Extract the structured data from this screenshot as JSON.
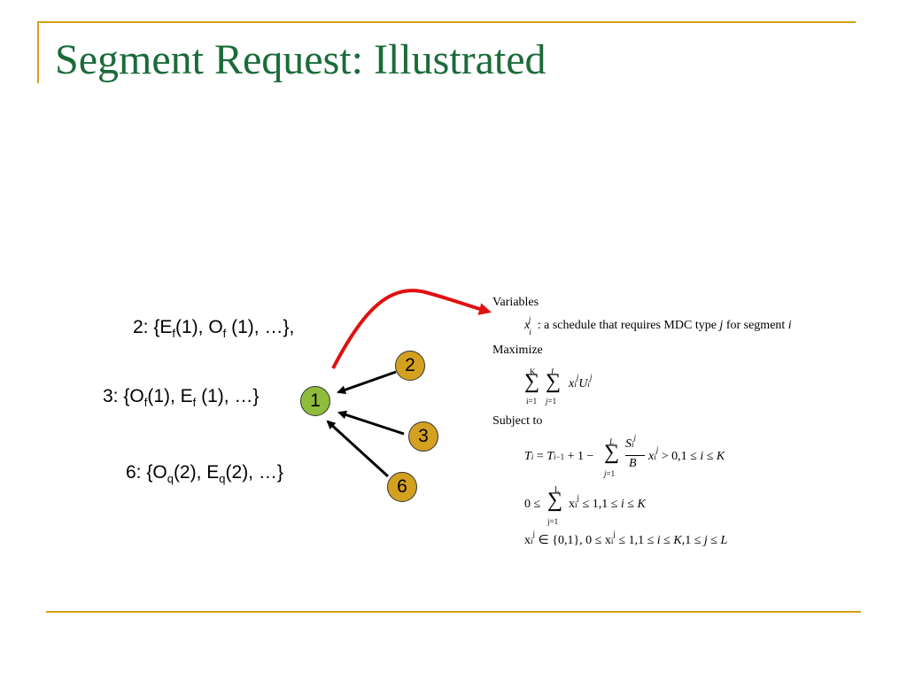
{
  "slide": {
    "title": "Segment Request: Illustrated"
  },
  "labels": {
    "peer2": {
      "prefix": "2: {E",
      "a_sub": "f",
      "mid": "(1), O",
      "b_sub": "f",
      "suffix": " (1), …},"
    },
    "peer3": {
      "prefix": "3: {O",
      "a_sub": "f",
      "mid": "(1), E",
      "b_sub": "f",
      "suffix": " (1), …}"
    },
    "peer6": {
      "prefix": "6: {O",
      "a_sub": "q",
      "mid": "(2), E",
      "b_sub": "q",
      "suffix": "(2), …}"
    }
  },
  "nodes": {
    "n1": "1",
    "n2": "2",
    "n3": "3",
    "n6": "6"
  },
  "formulation": {
    "variables_heading": "Variables",
    "variable_desc_a": ": a schedule that requires MDC type ",
    "variable_desc_j": "j",
    "variable_desc_b": " for segment ",
    "variable_desc_i": "i",
    "maximize_heading": "Maximize",
    "subject_heading": "Subject to"
  },
  "colors": {
    "title": "#1b6b3a",
    "rule": "#d4a017",
    "node_source": "#8fbc3a",
    "node_peer": "#d4a020",
    "request_arrow": "#e01010"
  }
}
